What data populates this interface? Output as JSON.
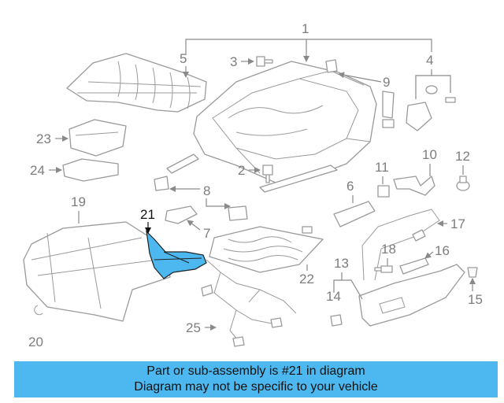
{
  "callouts": {
    "n1": "1",
    "n2": "2",
    "n3": "3",
    "n4": "4",
    "n5": "5",
    "n6": "6",
    "n7": "7",
    "n8": "8",
    "n9": "9",
    "n10": "10",
    "n11": "11",
    "n12": "12",
    "n13": "13",
    "n14": "14",
    "n15": "15",
    "n16": "16",
    "n17": "17",
    "n18": "18",
    "n19": "19",
    "n20": "20",
    "n21": "21",
    "n22": "22",
    "n23": "23",
    "n24": "24",
    "n25": "25"
  },
  "highlight_color": "#4db8f0",
  "banner": {
    "line1": "Part or sub-assembly is #21 in diagram",
    "line2": "Diagram may not be specific to your vehicle"
  }
}
